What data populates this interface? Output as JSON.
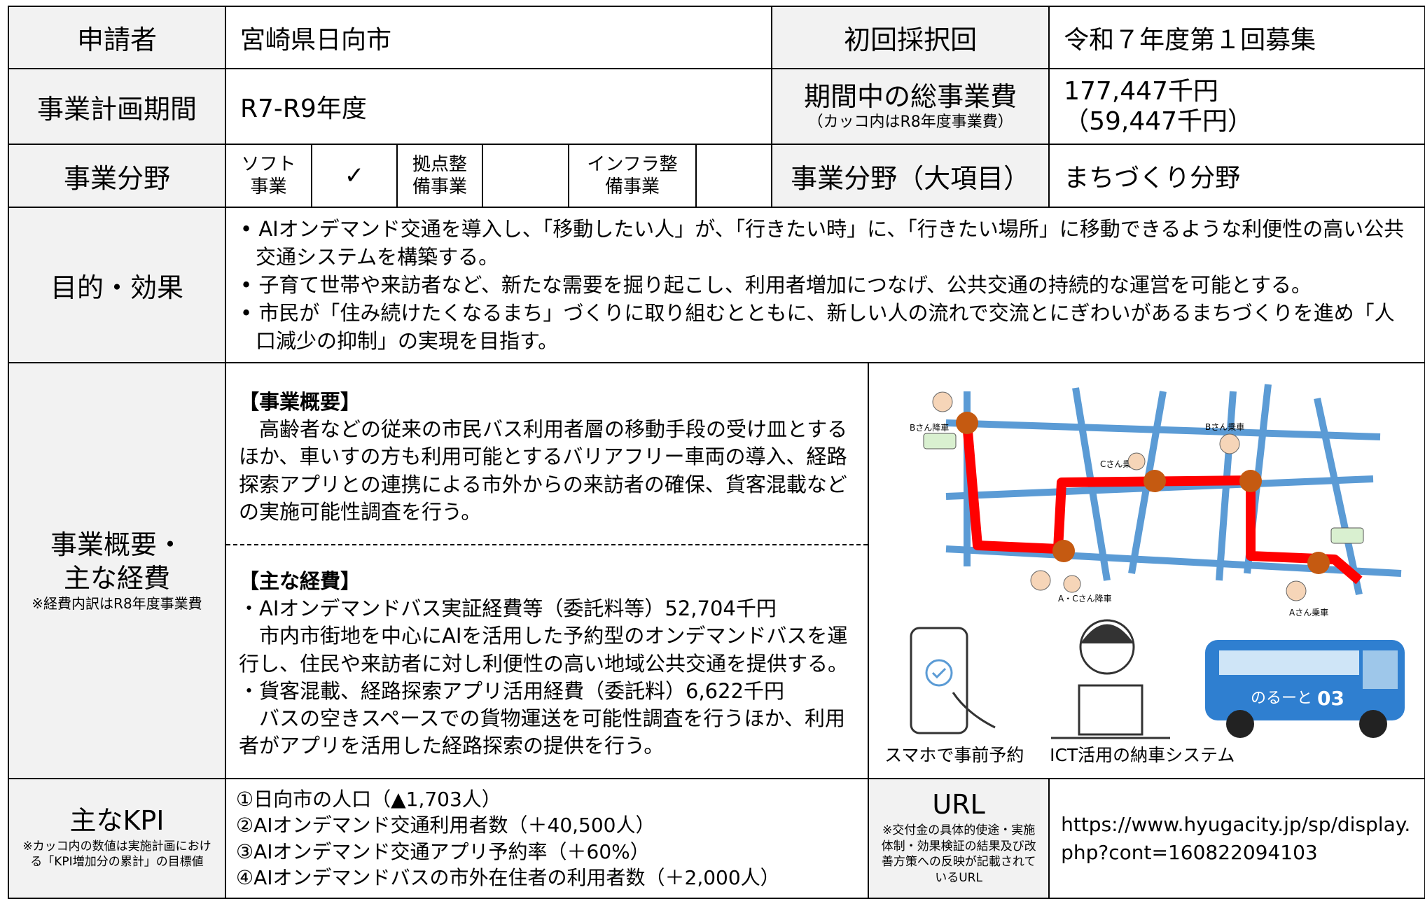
{
  "rows": {
    "applicant": {
      "label": "申請者",
      "value": "宮崎県日向市",
      "first_label": "初回採択回",
      "first_value": "令和７年度第１回募集"
    },
    "period": {
      "label": "事業計画期間",
      "value": "R7-R9年度",
      "cost_label": "期間中の総事業費",
      "cost_note": "（カッコ内はR8年度事業費）",
      "cost_value_1": "177,447千円",
      "cost_value_2": "（59,447千円）"
    },
    "field": {
      "label": "事業分野",
      "soft": "ソフト事業",
      "soft_check": "✓",
      "hub": "拠点整備事業",
      "hub_check": "",
      "infra": "インフラ整備事業",
      "infra_check": "",
      "major_label": "事業分野（大項目）",
      "major_value": "まちづくり分野"
    },
    "purpose": {
      "label": "目的・効果",
      "items": [
        "AIオンデマンド交通を導入し、「移動したい人」が、「行きたい時」に、「行きたい場所」に移動できるような利便性の高い公共交通システムを構築する。",
        "子育て世帯や来訪者など、新たな需要を掘り起こし、利用者増加につなげ、公共交通の持続的な運営を可能とする。",
        "市民が「住み続けたくなるまち」づくりに取り組むとともに、新しい人の流れで交流とにぎわいがあるまちづくりを進め「人口減少の抑制」の実現を目指す。"
      ]
    },
    "overview": {
      "label_1": "事業概要・",
      "label_2": "主な経費",
      "label_note": "※経費内訳はR8年度事業費",
      "summary_title": "【事業概要】",
      "summary_text": "高齢者などの従来の市民バス利用者層の移動手段の受け皿とするほか、車いすの方も利用可能とするバリアフリー車両の導入、経路探索アプリとの連携による市外からの来訪者の確保、貨客混載などの実施可能性調査を行う。",
      "cost_title": "【主な経費】",
      "cost_1": "・AIオンデマンドバス実証経費等（委託料等）52,704千円",
      "cost_1_text": "市内市街地を中心にAIを活用した予約型のオンデマンドバスを運行し、住民や来訪者に対し利便性の高い地域公共交通を提供する。",
      "cost_2": "・貨客混載、経路探索アプリ活用経費（委託料）6,622千円",
      "cost_2_text": "バスの空きスペースでの貨物運送を可能性調査を行うほか、利用者がアプリを活用した経路探索の提供を行う。"
    },
    "figure": {
      "map_labels": [
        "Bさん降車",
        "Bさん乗車",
        "Cさん乗車",
        "A・Cさん降車",
        "Aさん乗車"
      ],
      "caption_1": "スマホで事前予約",
      "caption_2": "ICT活用の納車システム",
      "bus_text": "のるーと",
      "bus_num": "03"
    },
    "kpi": {
      "label": "主なKPI",
      "note": "※カッコ内の数値は実施計画における「KPI増加分の累計」の目標値",
      "items": [
        "①日向市の人口（▲1,703人）",
        "②AIオンデマンド交通利用者数（＋40,500人）",
        "③AIオンデマンド交通アプリ予約率（＋60%）",
        "④AIオンデマンドバスの市外在住者の利用者数（＋2,000人）"
      ],
      "url_label": "URL",
      "url_note": "※交付金の具体的使途・実施体制・効果検証の結果及び改善方策への反映が記載されているURL",
      "url": "https://www.hyugacity.jp/sp/display.php?cont=160822094103"
    }
  },
  "colors": {
    "header_bg": "#f2f2f2",
    "road": "#5b9bd5",
    "route": "#ff0000",
    "stop": "#c55a11"
  }
}
